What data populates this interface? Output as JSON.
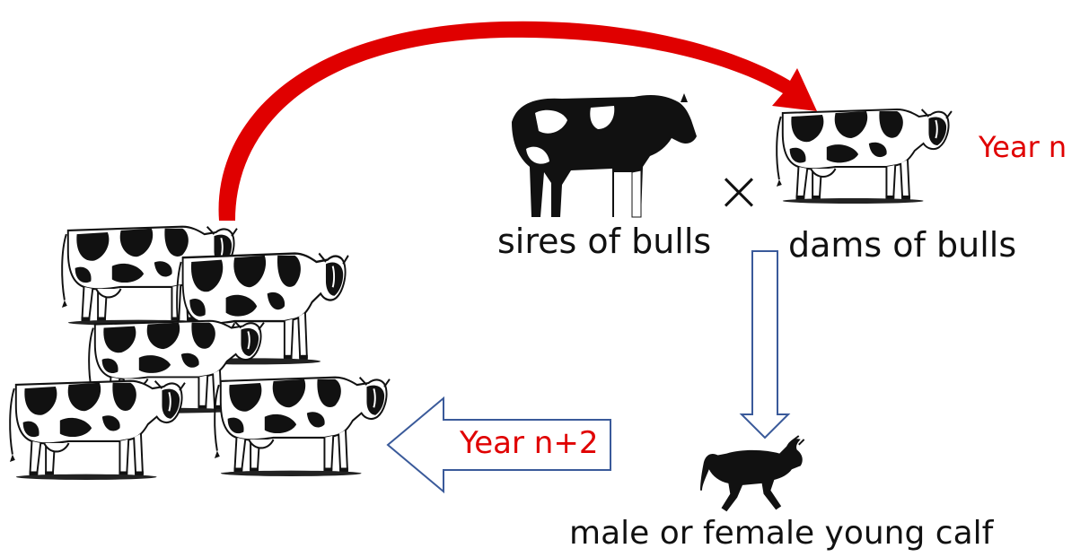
{
  "labels": {
    "sires": "sires of bulls",
    "dams": "dams of bulls",
    "calf": "male or female young calf",
    "year_n": "Year n",
    "year_n2": "Year n+2",
    "cross": "×"
  },
  "icons": {
    "cow_herd": "holstein-cow-icon",
    "sire": "bull-silhouette-icon",
    "dam": "holstein-cow-icon",
    "calf": "calf-silhouette-icon"
  },
  "colors": {
    "curved_arrow": "#e00000",
    "year_text": "#e00000",
    "block_arrow_stroke": "#3a5a9a",
    "text": "#111111"
  }
}
